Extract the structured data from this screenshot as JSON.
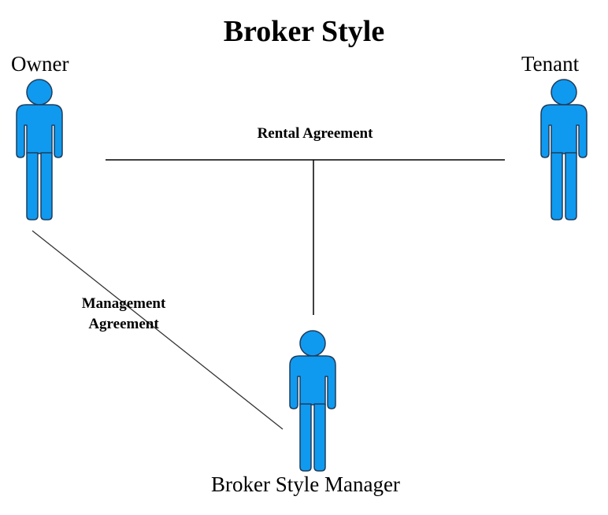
{
  "title": "Broker Style",
  "actors": {
    "owner": {
      "label": "Owner"
    },
    "tenant": {
      "label": "Tenant"
    },
    "manager": {
      "label": "Broker Style Manager"
    }
  },
  "relationships": {
    "rental": {
      "label": "Rental Agreement"
    },
    "management": {
      "line1": "Management",
      "line2": "Agreement"
    }
  },
  "colors": {
    "actor_fill": "#0F9AF0",
    "actor_stroke": "#1f3d5c",
    "line": "#000000"
  },
  "icons": {
    "actor_icon": "person-figure-icon"
  }
}
